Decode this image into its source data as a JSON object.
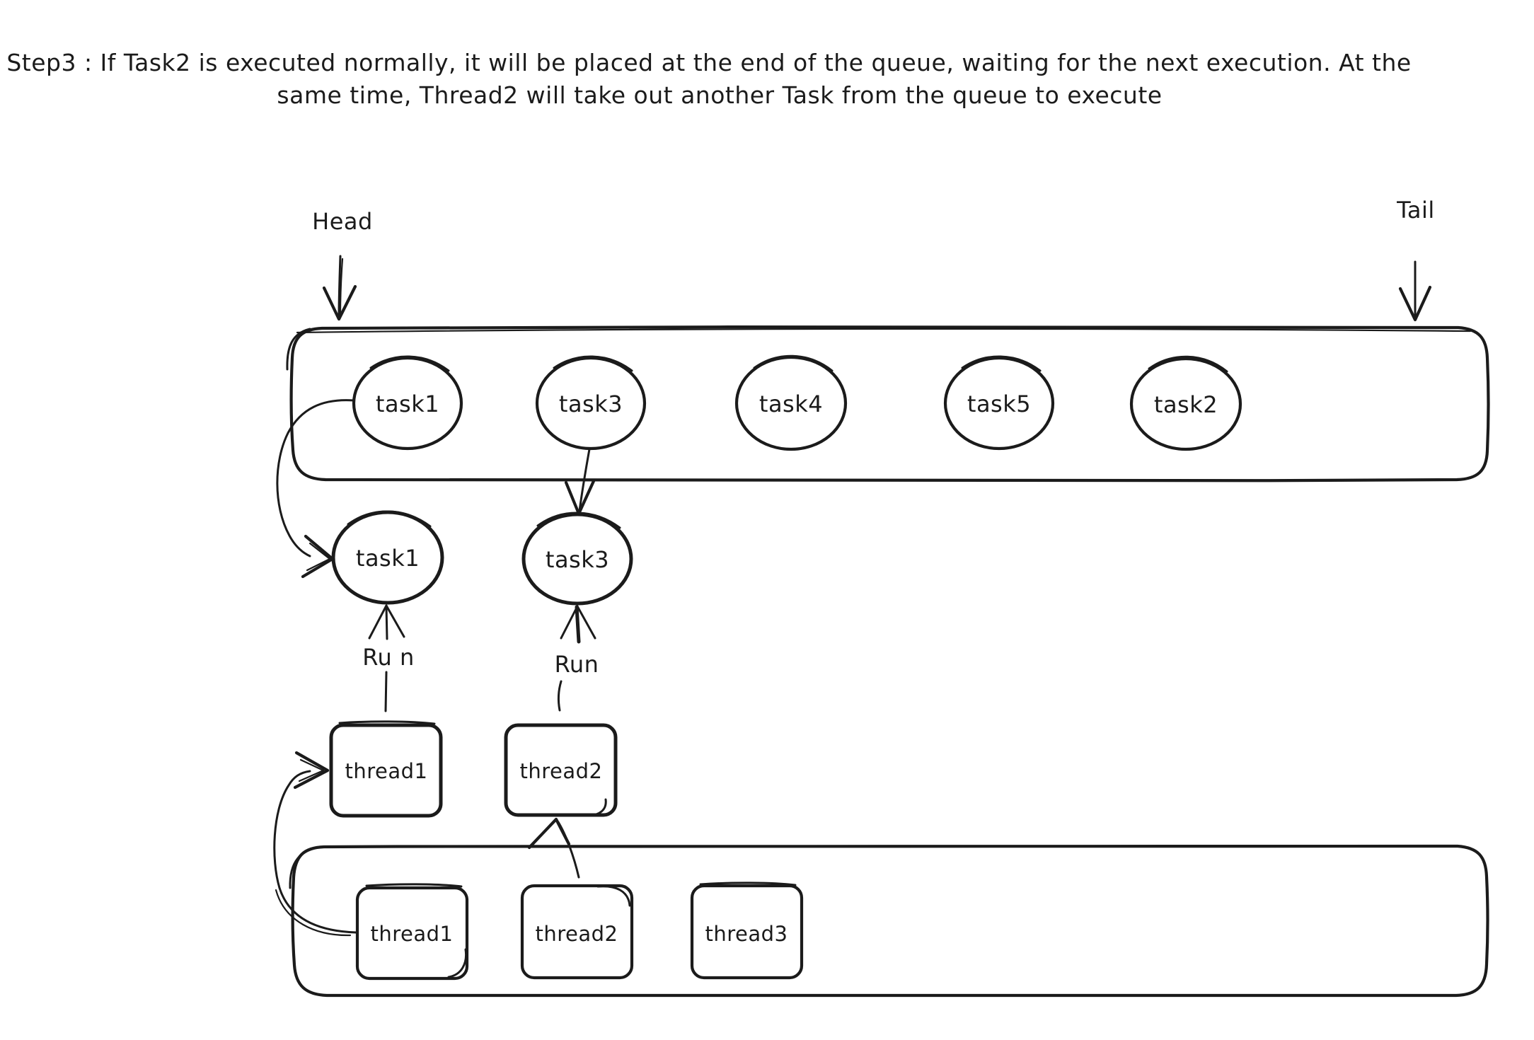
{
  "title": {
    "line1": "Step3 : If Task2 is executed normally, it will be placed at the end of the queue, waiting for the next execution. At the",
    "line2": "same time, Thread2 will take out another Task from the queue to execute"
  },
  "queue": {
    "head_label": "Head",
    "tail_label": "Tail",
    "tasks": [
      {
        "label": "task1",
        "filled": false
      },
      {
        "label": "task3",
        "filled": false
      },
      {
        "label": "task4",
        "filled": true
      },
      {
        "label": "task5",
        "filled": true
      },
      {
        "label": "task2",
        "filled": true
      }
    ]
  },
  "running": {
    "tasks": [
      {
        "label": "task1",
        "run_label": "Ru n",
        "filled": true
      },
      {
        "label": "task3",
        "run_label": "Run",
        "filled": true
      }
    ],
    "active_threads": [
      {
        "label": "thread1",
        "filled": true
      },
      {
        "label": "thread2",
        "filled": true
      }
    ]
  },
  "pool": {
    "threads": [
      {
        "label": "thread1",
        "filled": false
      },
      {
        "label": "thread2",
        "filled": false
      },
      {
        "label": "thread3",
        "filled": true
      }
    ]
  },
  "colors": {
    "ink": "#1b1b1b",
    "hatch_blue": "#a5bde8",
    "background": "#ffffff"
  }
}
